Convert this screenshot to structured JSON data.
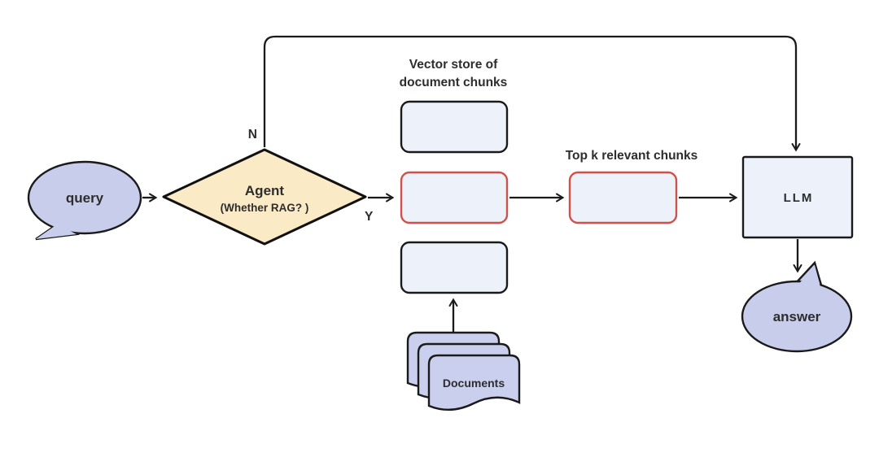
{
  "diagram": {
    "nodes": {
      "query": {
        "label": "query",
        "shape": "speech-bubble"
      },
      "agent": {
        "label": "Agent",
        "sublabel": "(Whether RAG? )",
        "shape": "decision-diamond"
      },
      "vector_store": {
        "label_line1": "Vector store of",
        "label_line2": "document chunks",
        "shape": "stacked-boxes",
        "box_count": 3
      },
      "top_k": {
        "label": "Top k relevant chunks",
        "shape": "rounded-box"
      },
      "llm": {
        "label": "LLM",
        "shape": "box"
      },
      "answer": {
        "label": "answer",
        "shape": "speech-bubble"
      },
      "documents": {
        "label": "Documents",
        "shape": "document-stack",
        "page_count": 3
      }
    },
    "edges": [
      {
        "from": "query",
        "to": "agent",
        "label": ""
      },
      {
        "from": "agent",
        "to": "llm",
        "label": "N"
      },
      {
        "from": "agent",
        "to": "vector_store",
        "label": "Y"
      },
      {
        "from": "vector_store",
        "to": "top_k",
        "label": ""
      },
      {
        "from": "top_k",
        "to": "llm",
        "label": ""
      },
      {
        "from": "llm",
        "to": "answer",
        "label": ""
      },
      {
        "from": "documents",
        "to": "vector_store",
        "label": ""
      }
    ],
    "colors": {
      "bubble_fill": "#c8cdeb",
      "diamond_fill": "#faeac6",
      "box_fill": "#edf1f9",
      "doc_fill": "#c9cfed",
      "red_border": "#cf5149",
      "line": "#1a1a1a",
      "text": "#2d2d2d"
    }
  }
}
